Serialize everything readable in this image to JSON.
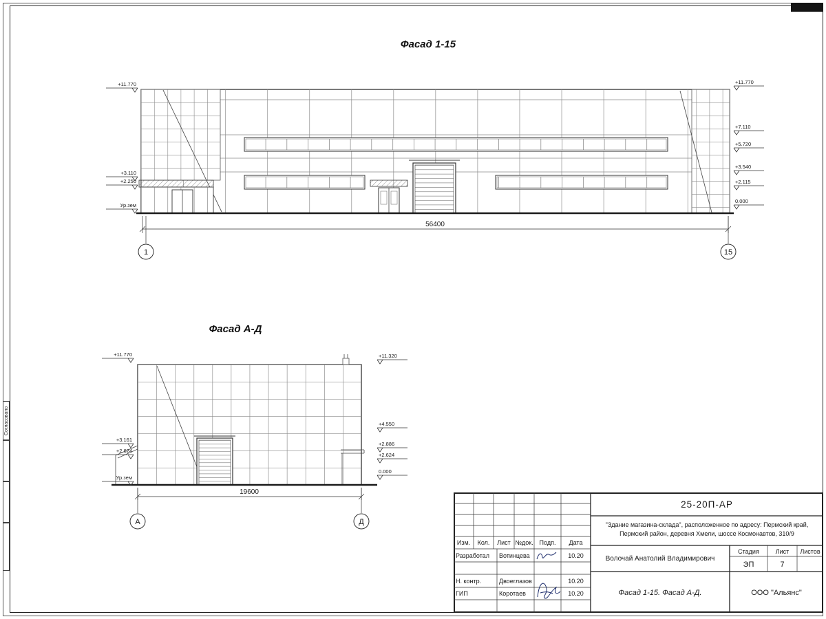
{
  "drawing": {
    "facade_top": {
      "title": "Фасад 1-15",
      "dimension": "56400",
      "axis_left": "1",
      "axis_right": "15",
      "marks_left": [
        "+11.770",
        "+3.110",
        "+2.250",
        "Ур.зем"
      ],
      "marks_right": [
        "+11.770",
        "+7.110",
        "+5.720",
        "+3.540",
        "+2.115",
        "0.000"
      ]
    },
    "facade_side": {
      "title": "Фасад А-Д",
      "dimension": "19600",
      "axis_left": "А",
      "axis_right": "Д",
      "marks_left": [
        "+11.770",
        "+3.161",
        "+2.624",
        "Ур.зем"
      ],
      "marks_right": [
        "+11.320",
        "+4.550",
        "+2.886",
        "+2.624",
        "0.000"
      ]
    }
  },
  "frame": {
    "left_label": "Согласовано"
  },
  "title_block": {
    "doc_number": "25-20П-АР",
    "project_name_line1": "\"Здание магазина-склада\", расположенное по адресу: Пермский край,",
    "project_name_line2": "Пермский район, деревня Хмели, шоссе Космонавтов, 310/9",
    "col_izm": "Изм.",
    "col_kol": "Кол.",
    "col_list": "Лист",
    "col_ndok": "№док.",
    "col_podp": "Подп.",
    "col_data": "Дата",
    "row_developed_role": "Разработал",
    "row_developed_name": "Вотинцева",
    "row_developed_date": "10.20",
    "row_ncontr_role": "Н. контр.",
    "row_ncontr_name": "Двоеглазов",
    "row_ncontr_date": "10.20",
    "row_gip_role": "ГИП",
    "row_gip_name": "Коротаев",
    "row_gip_date": "10.20",
    "chief_name": "Волочай Анатолий Владимирович",
    "stage_label": "Стадия",
    "sheet_label": "Лист",
    "sheets_label": "Листов",
    "stage_value": "ЭП",
    "sheet_value": "7",
    "sheet_title": "Фасад 1-15. Фасад А-Д.",
    "company": "ООО \"Альянс\""
  }
}
